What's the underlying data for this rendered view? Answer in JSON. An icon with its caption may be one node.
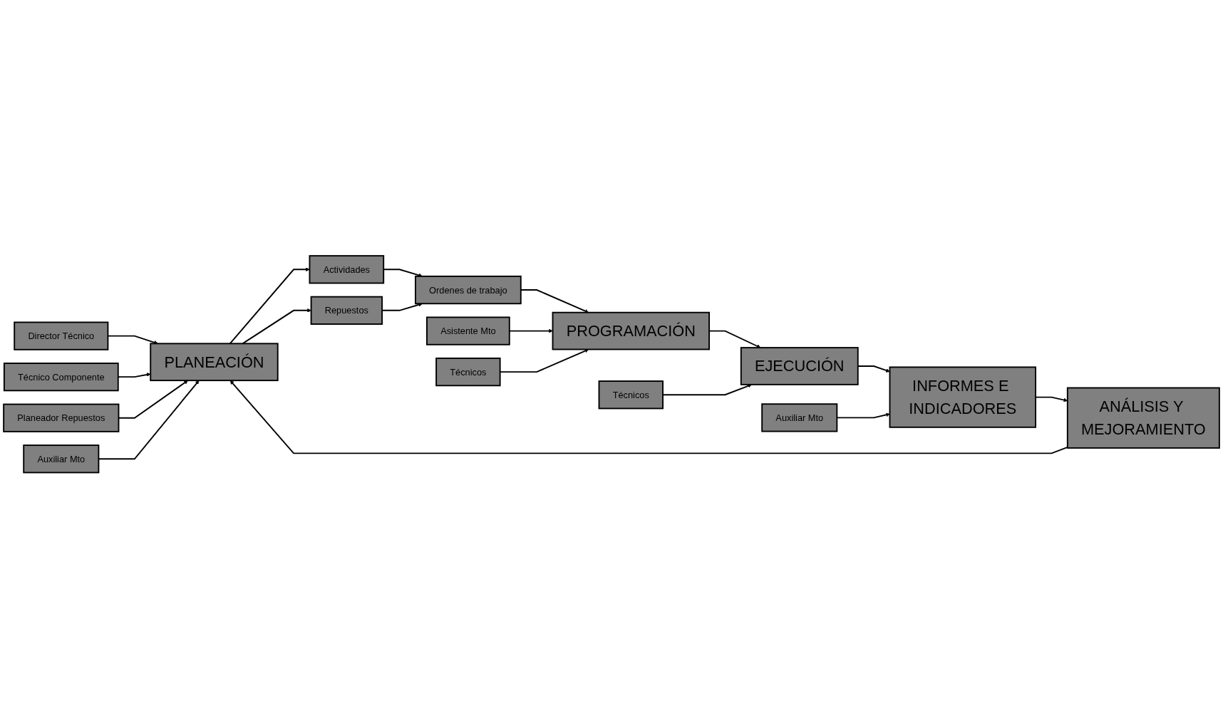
{
  "diagram": {
    "nodes": [
      {
        "text": [
          "Director Técnico"
        ]
      },
      {
        "text": [
          "Técnico Componente"
        ]
      },
      {
        "text": [
          "Planeador Repuestos"
        ]
      },
      {
        "text": [
          "Auxiliar Mto"
        ]
      },
      {
        "text": [
          "PLANEACIÓN"
        ]
      },
      {
        "text": [
          "Actividades"
        ]
      },
      {
        "text": [
          "Repuestos"
        ]
      },
      {
        "text": [
          "Ordenes de trabajo"
        ]
      },
      {
        "text": [
          "Asistente Mto"
        ]
      },
      {
        "text": [
          "Técnicos"
        ]
      },
      {
        "text": [
          "PROGRAMACIÓN"
        ]
      },
      {
        "text": [
          "Técnicos"
        ]
      },
      {
        "text": [
          "EJECUCIÓN"
        ]
      },
      {
        "text": [
          "Auxiliar Mto"
        ]
      },
      {
        "text": [
          "INFORMES E INDICADORES"
        ]
      },
      {
        "text": [
          "ANÁLISIS Y MEJORAMIENTO"
        ]
      }
    ],
    "edges": [
      {
        "from": 0,
        "to": 4,
        "arrow": "to"
      },
      {
        "from": 1,
        "to": 4,
        "arrow": "to"
      },
      {
        "from": 2,
        "to": 4,
        "arrow": "to"
      },
      {
        "from": 3,
        "to": 4,
        "arrow": "to"
      },
      {
        "from": 4,
        "to": 5,
        "arrow": "to"
      },
      {
        "from": 4,
        "to": 6,
        "arrow": "to"
      },
      {
        "from": 5,
        "to": 7,
        "arrow": "to"
      },
      {
        "from": 6,
        "to": 7,
        "arrow": "to"
      },
      {
        "from": 7,
        "to": 10,
        "arrow": "to"
      },
      {
        "from": 8,
        "to": 10,
        "arrow": "to"
      },
      {
        "from": 9,
        "to": 10,
        "arrow": "to"
      },
      {
        "from": 10,
        "to": 12,
        "arrow": "to"
      },
      {
        "from": 11,
        "to": 12,
        "arrow": "to"
      },
      {
        "from": 12,
        "to": 14,
        "arrow": "to"
      },
      {
        "from": 13,
        "to": 14,
        "arrow": "to"
      },
      {
        "from": 14,
        "to": 15,
        "arrow": "to"
      },
      {
        "from": 15,
        "to": 4,
        "arrow": "to"
      }
    ]
  }
}
